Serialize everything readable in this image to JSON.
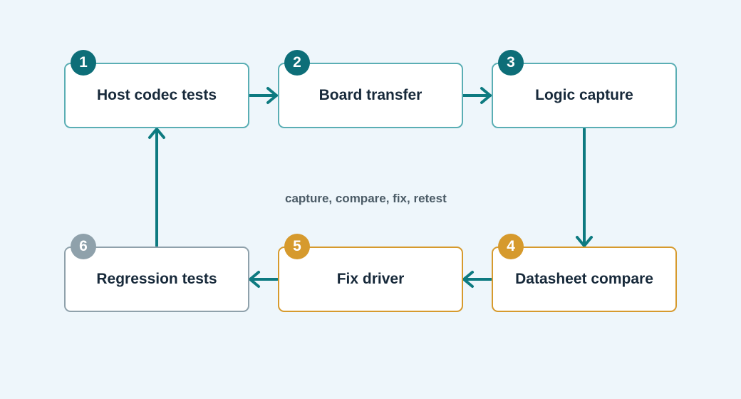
{
  "diagram": {
    "steps": [
      {
        "number": "1",
        "label": "Host codec tests"
      },
      {
        "number": "2",
        "label": "Board transfer"
      },
      {
        "number": "3",
        "label": "Logic capture"
      },
      {
        "number": "4",
        "label": "Datasheet compare"
      },
      {
        "number": "5",
        "label": "Fix driver"
      },
      {
        "number": "6",
        "label": "Regression tests"
      }
    ],
    "loop_caption": "capture, compare, fix, retest",
    "colors": {
      "background": "#eef6fb",
      "teal": "#0d6e78",
      "teal_border": "#5aaeb4",
      "amber": "#d69a2d",
      "gray": "#8fa1ab",
      "text": "#17293a",
      "caption": "#4b5b66"
    }
  }
}
